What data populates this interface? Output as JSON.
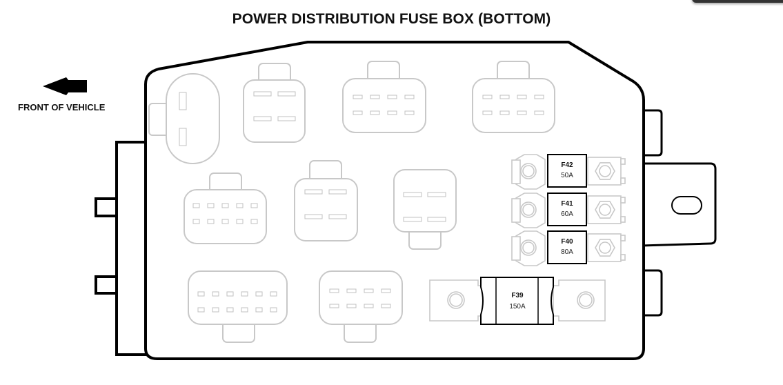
{
  "title": "POWER DISTRIBUTION FUSE BOX (BOTTOM)",
  "orientation": {
    "label": "FRONT OF VEHICLE",
    "arrow_icon": "arrow-left-icon"
  },
  "fuses": [
    {
      "id": "F42",
      "rating": "50A",
      "type": "bolt-in"
    },
    {
      "id": "F41",
      "rating": "60A",
      "type": "bolt-in"
    },
    {
      "id": "F40",
      "rating": "80A",
      "type": "bolt-in"
    },
    {
      "id": "F39",
      "rating": "150A",
      "type": "mega"
    }
  ],
  "connectors": [
    {
      "name": "oval-2-pin",
      "pins": 2
    },
    {
      "name": "4-pin-top-row",
      "pins": 4
    },
    {
      "name": "8-pin-top-middle",
      "pins": 8
    },
    {
      "name": "8-pin-top-right",
      "pins": 8
    },
    {
      "name": "10-pin-middle-left",
      "pins": 10
    },
    {
      "name": "4-pin-middle",
      "pins": 4
    },
    {
      "name": "4-pin-middle-right",
      "pins": 4
    },
    {
      "name": "12-pin-bottom-left",
      "pins": 12
    },
    {
      "name": "8-pin-bottom-middle",
      "pins": 8
    }
  ]
}
